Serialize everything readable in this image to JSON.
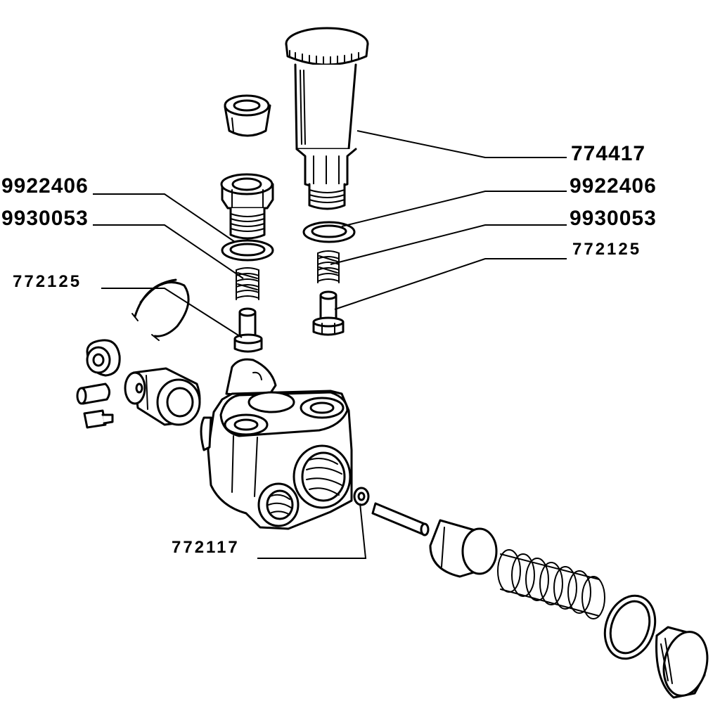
{
  "labels": {
    "filter_bowl": "774417",
    "washer_right": "9922406",
    "spring_right": "9930053",
    "valve_right": "772125",
    "washer_left": "9922406",
    "spring_left": "9930053",
    "valve_left": "772125",
    "o_ring": "772117"
  }
}
